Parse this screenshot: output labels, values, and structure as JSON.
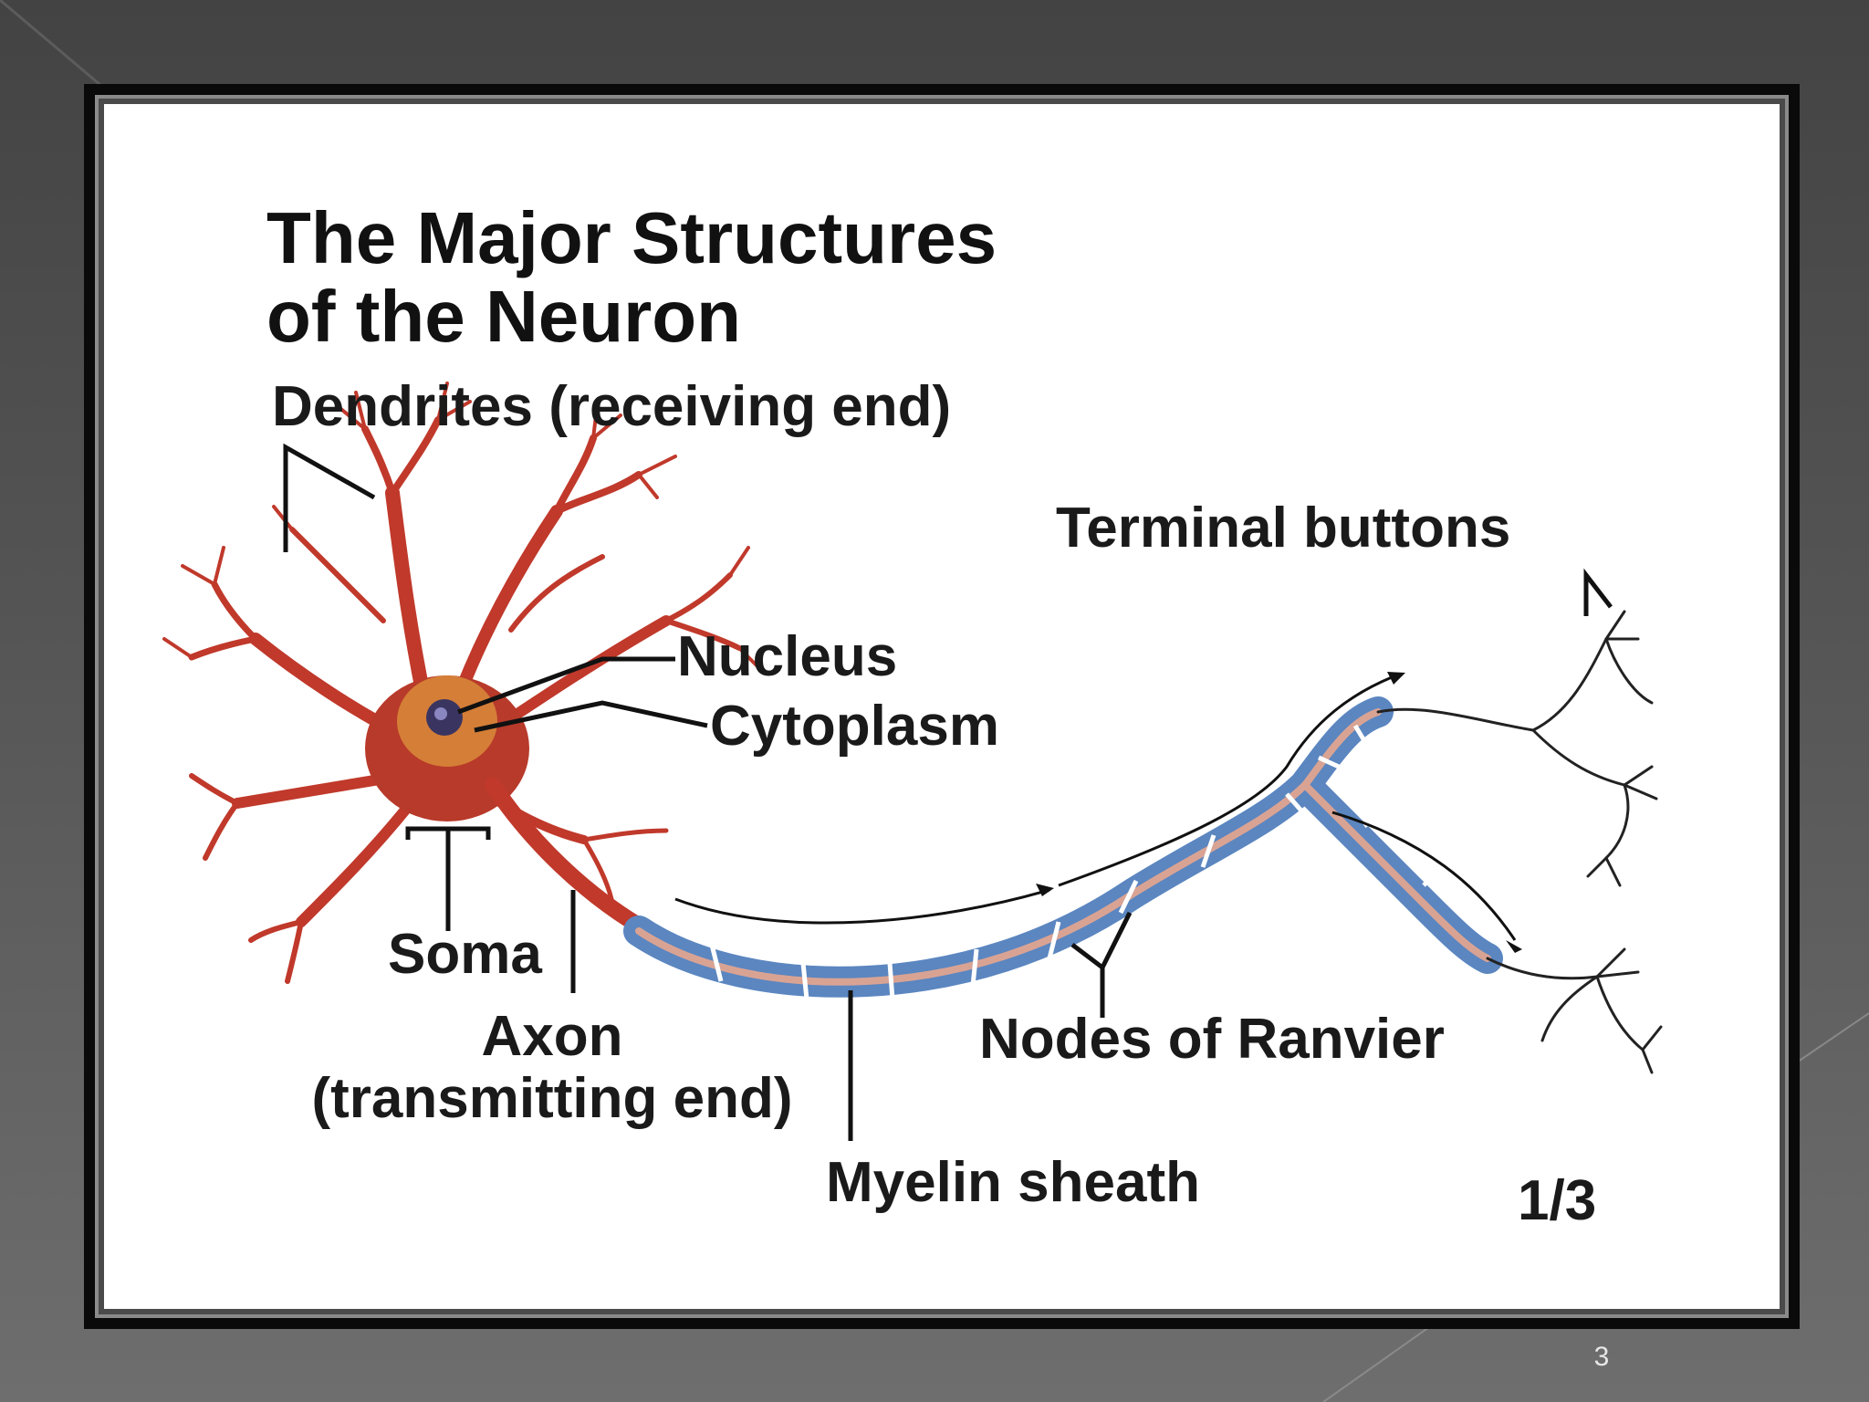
{
  "slide": {
    "number": "3",
    "colors": {
      "background": "#4a4a4a",
      "frame": "#0a0a0a",
      "card": "#ffffff"
    }
  },
  "diagram": {
    "title_line1": "The Major Structures",
    "title_line2": "of the Neuron",
    "labels": {
      "dendrites": "Dendrites (receiving end)",
      "terminal_buttons": "Terminal buttons",
      "nucleus": "Nucleus",
      "cytoplasm": "Cytoplasm",
      "soma": "Soma",
      "axon_line1": "Axon",
      "axon_line2": "(transmitting end)",
      "nodes_of_ranvier": "Nodes of Ranvier",
      "myelin_sheath": "Myelin sheath",
      "figure_number": "1/3"
    },
    "colors": {
      "dendrite": "#c0392b",
      "soma": "#b83a2a",
      "nucleus": "#3a3560",
      "myelin": "#5b86c0",
      "myelin_light": "#a9c1e0",
      "axon_core": "#d46a55",
      "leader": "#111111"
    }
  }
}
